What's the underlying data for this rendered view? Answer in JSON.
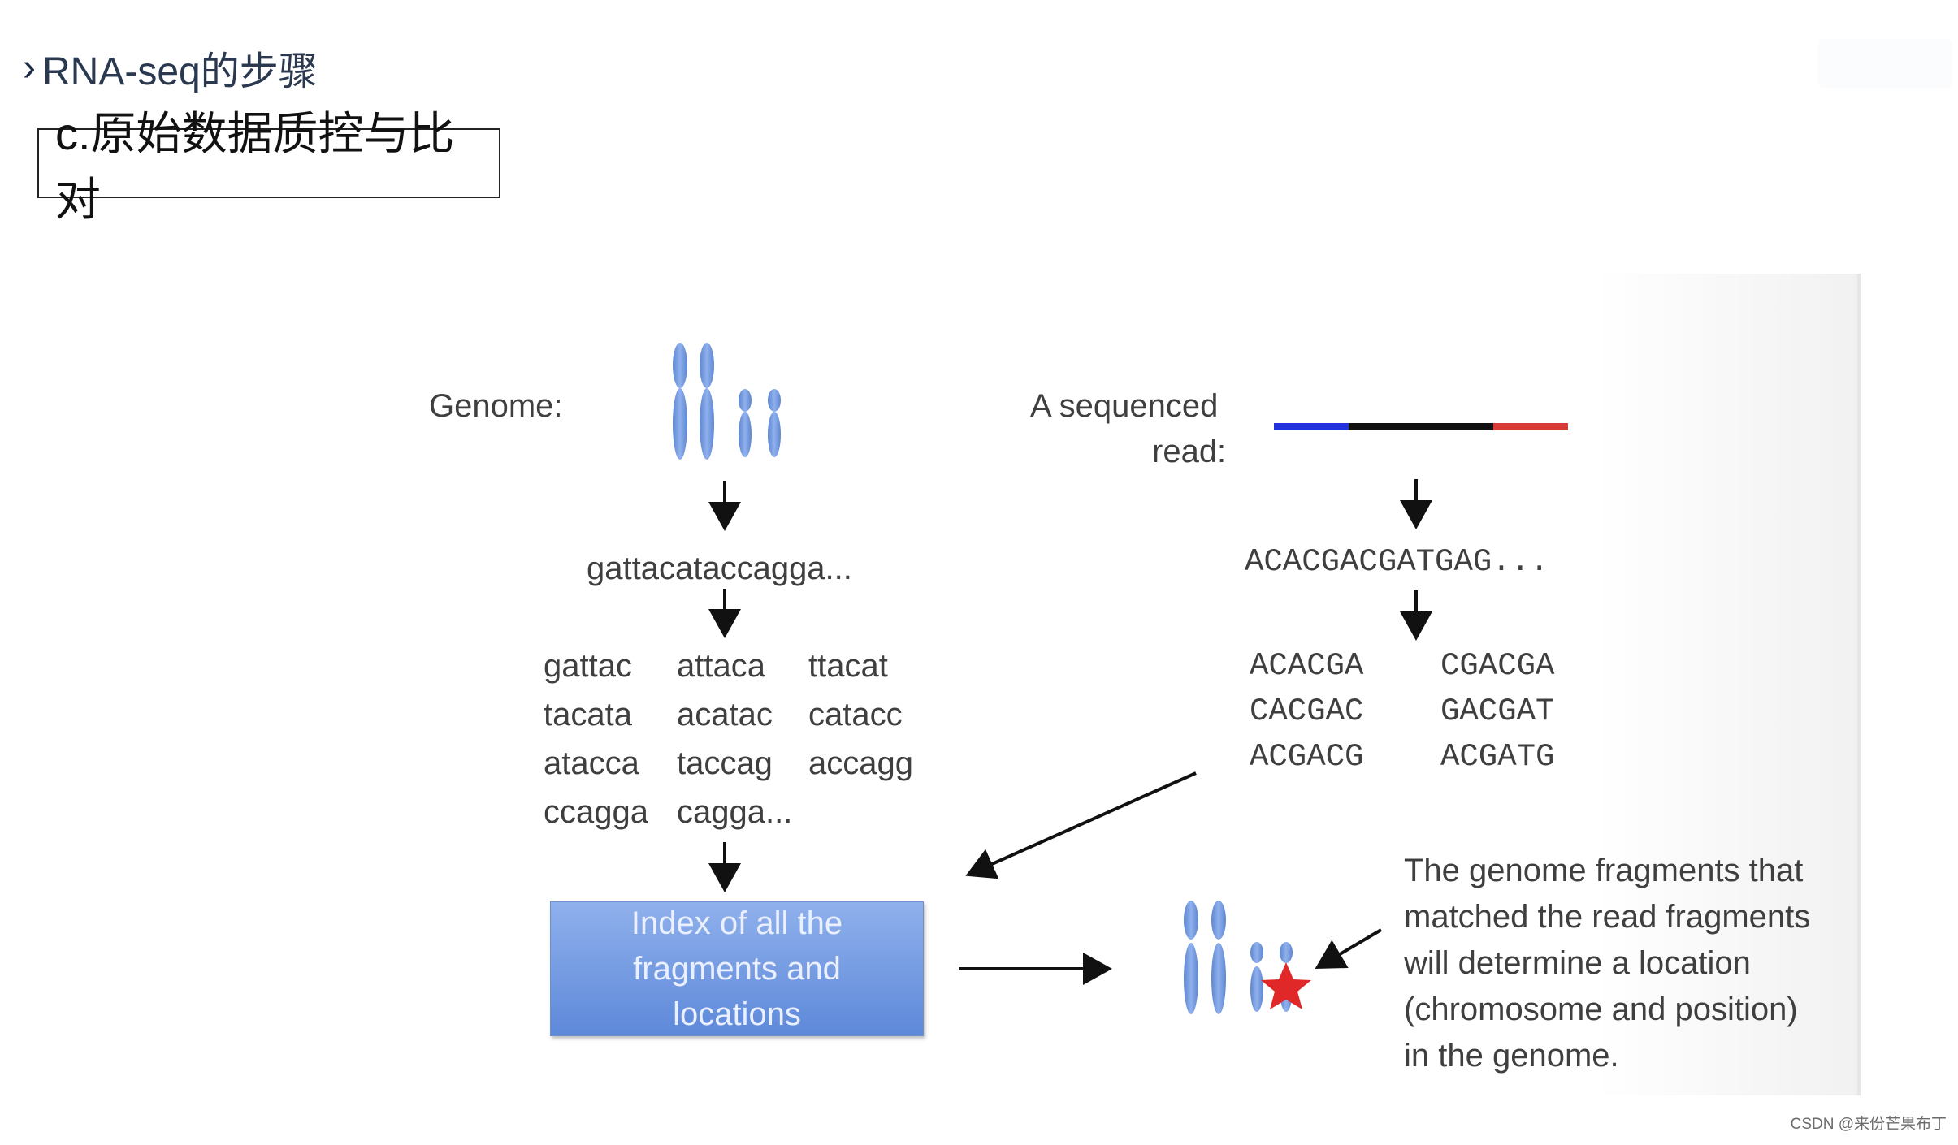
{
  "header": {
    "chevron_icon": "chevron-right-icon",
    "title": "RNA-seq的步骤"
  },
  "section": {
    "title": "c.原始数据质控与比对"
  },
  "diagram": {
    "genome_label": "Genome:",
    "genome_sequence": "gattacataccagga...",
    "genome_fragments": [
      [
        "gattac",
        "attaca",
        "ttacat"
      ],
      [
        "tacata",
        "acatac",
        "catacc"
      ],
      [
        "atacca",
        "taccag",
        "accagg"
      ],
      [
        "ccagga",
        "cagga...",
        ""
      ]
    ],
    "index_box": [
      "Index of all the",
      "fragments and",
      "locations"
    ],
    "read_label": [
      "A sequenced",
      "read:"
    ],
    "read_sequence": "ACACGACGATGAG...",
    "read_fragments": [
      [
        "ACACGA",
        "CGACGA"
      ],
      [
        "CACGAC",
        "GACGAT"
      ],
      [
        "ACGACG",
        "ACGATG"
      ]
    ],
    "result_note": [
      "The genome fragments that",
      "matched the read fragments",
      "will determine a location",
      "(chromosome and position)",
      "in the genome."
    ],
    "colors": {
      "chromosome": "#7097d8",
      "read_start": "#2233dd",
      "read_middle": "#111111",
      "read_end": "#d83a3a",
      "match_star": "#e02828",
      "arrow": "#111111"
    }
  },
  "credit": "CSDN @来份芒果布丁"
}
